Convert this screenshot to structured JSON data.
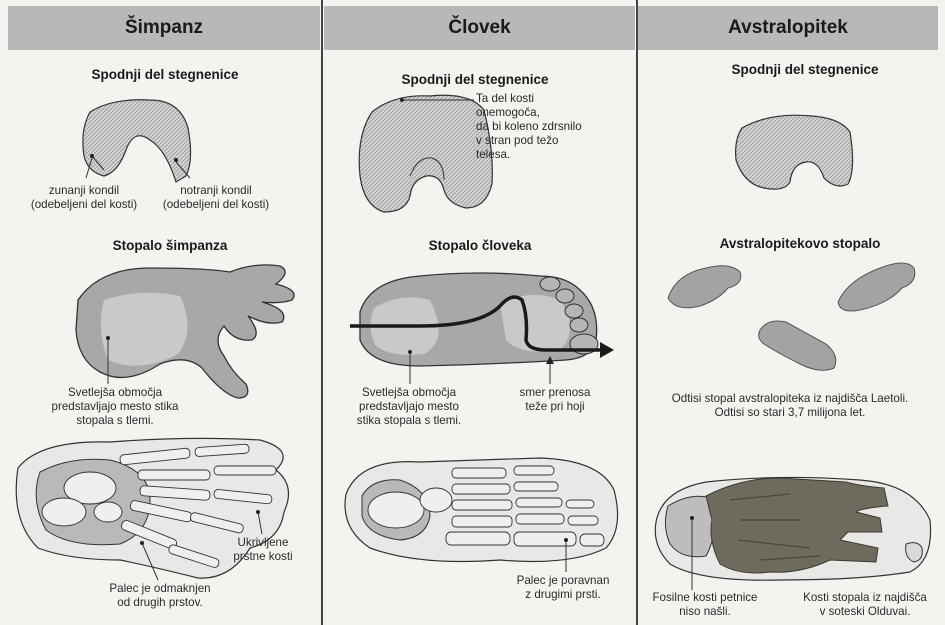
{
  "columns": [
    {
      "header": "Šimpanz",
      "femur_title": "Spodnji del stegnenice",
      "condyle_outer": "zunanji kondil\n(odebeljeni del kosti)",
      "condyle_inner": "notranji kondil\n(odebeljeni del kosti)",
      "foot_title": "Stopalo šimpanza",
      "foot_note": "Svetlejša območja\npredstavljajo mesto stika\nstopala s tlemi.",
      "curved_note": "Ukrivljene\nprstne kosti",
      "thumb_note": "Palec je odmaknjen\nod drugih prstov."
    },
    {
      "header": "Človek",
      "femur_title": "Spodnji del stegnenice",
      "femur_note": "Ta del kosti\nonemogoča,\nda bi koleno zdrsnilo\nv stran pod težo\ntelesa.",
      "foot_title": "Stopalo človeka",
      "foot_note": "Svetlejša območja\npredstavljajo mesto\nstika stopala s tlemi.",
      "weight_note": "smer prenosa\nteže pri hoji",
      "thumb_note": "Palec je poravnan\nz drugimi prsti."
    },
    {
      "header": "Avstralopitek",
      "femur_title": "Spodnji del stegnenice",
      "foot_title": "Avstralopitekovo stopalo",
      "prints_note": "Odtisi stopal avstralopiteka iz najdišča Laetoli.\nOdtisi so stari 3,7 milijona let.",
      "heel_note": "Fosilne kosti petnice\nniso našli.",
      "bones_note": "Kosti stopala iz najdišča\nv soteski Olduvai."
    }
  ],
  "colors": {
    "header_bg": "#b8b8b8",
    "bone": "#d6d6d6",
    "shade": "#a9a9a9",
    "fossil": "#6e6a5e"
  }
}
